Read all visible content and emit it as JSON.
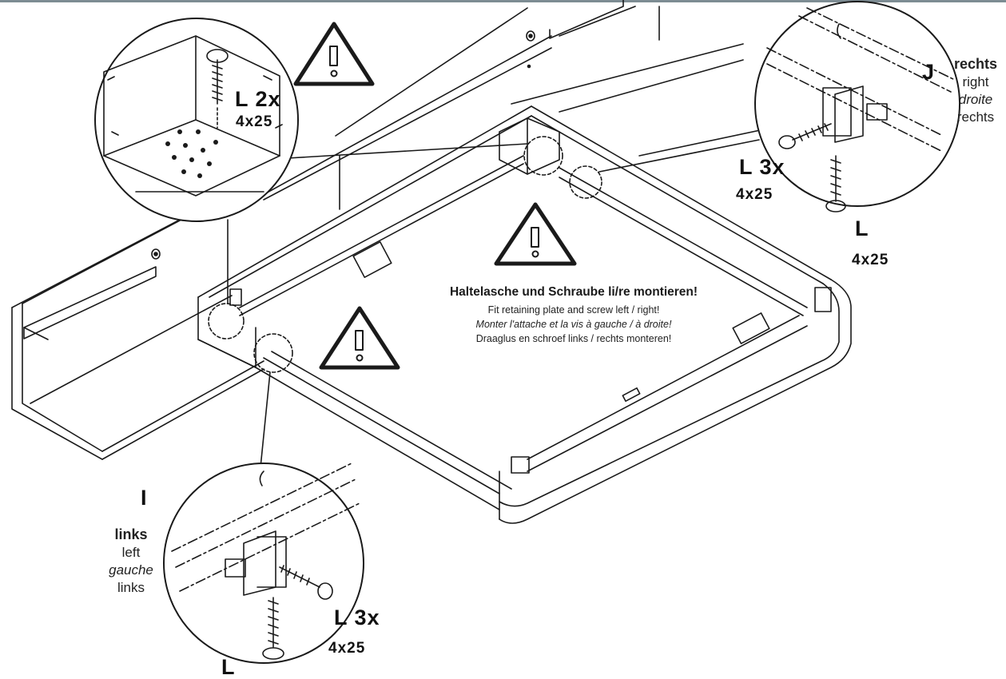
{
  "labels": {
    "detail_top_part": "L 2x",
    "detail_top_size": "4x25",
    "detail_right_part": "L 3x",
    "detail_right_size": "4x25",
    "detail_right_screw": "L",
    "detail_right_screw_size": "4x25",
    "detail_right_letter": "J",
    "detail_left_letter": "I",
    "detail_left_part": "L 3x",
    "detail_left_size": "4x25",
    "detail_left_screw": "L"
  },
  "side_right": {
    "de": "rechts",
    "en": "right",
    "fr": "droite",
    "nl": "rechts"
  },
  "side_left": {
    "de": "links",
    "en": "left",
    "fr": "gauche",
    "nl": "links"
  },
  "instructions": {
    "de": "Haltelasche und Schraube li/re montieren!",
    "en": "Fit retaining plate and screw left / right!",
    "fr": "Monter l'attache et la vis à gauche / à droite!",
    "nl": "Draaglus en schroef links / rechts monteren!"
  },
  "icons": [
    "warning-icon",
    "warning-icon",
    "warning-icon"
  ]
}
